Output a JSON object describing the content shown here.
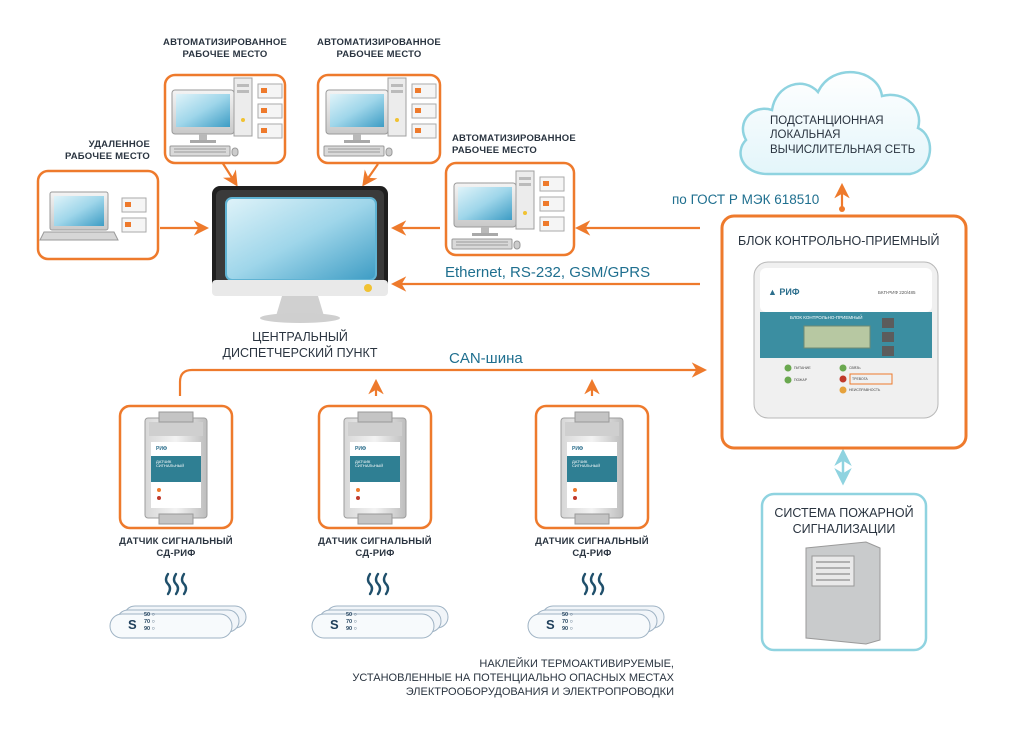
{
  "labels": {
    "remote_workplace": [
      "УДАЛЕННОЕ",
      "РАБОЧЕЕ МЕСТО"
    ],
    "workstation_1": [
      "АВТОМАТИЗИРОВАННОЕ",
      "РАБОЧЕЕ МЕСТО"
    ],
    "workstation_2": [
      "АВТОМАТИЗИРОВАННОЕ",
      "РАБОЧЕЕ МЕСТО"
    ],
    "workstation_3": [
      "АВТОМАТИЗИРОВАННОЕ",
      "РАБОЧЕЕ МЕСТО"
    ],
    "central_dispatch": [
      "ЦЕНТРАЛЬНЫЙ",
      "ДИСПЕТЧЕРСКИЙ ПУНКТ"
    ],
    "cloud": [
      "ПОДСТАНЦИОННАЯ",
      "ЛОКАЛЬНАЯ",
      "ВЫЧИСЛИТЕЛЬНАЯ СЕТЬ"
    ],
    "control_unit_title": "БЛОК КОНТРОЛЬНО-ПРИЕМНЫЙ",
    "fire_system": [
      "СИСТЕМА ПОЖАРНОЙ",
      "СИГНАЛИЗАЦИИ"
    ],
    "sensor": [
      "ДАТЧИК СИГНАЛЬНЫЙ",
      "СД-РИФ"
    ],
    "stickers": [
      "НАКЛЕЙКИ ТЕРМОАКТИВИРУЕМЫЕ,",
      "УСТАНОВЛЕННЫЕ НА ПОТЕНЦИАЛЬНО ОПАСНЫХ МЕСТАХ",
      "ЭЛЕКТРООБОРУДОВАНИЯ И ЭЛЕКТРОПРОВОДКИ"
    ]
  },
  "links": {
    "gost": "по ГОСТ Р МЭК 618510",
    "ethernet": "Ethernet, RS-232, GSM/GPRS",
    "can": "CAN-шина"
  },
  "device": {
    "brand": "РИФ",
    "model": "БКП-РИФ 220/485",
    "panel_title": "БЛОК КОНТРОЛЬНО-ПРИЕМНЫЙ",
    "indicators": [
      "ПИТАНИЕ",
      "СВЯЗЬ",
      "ТРЕВОГА",
      "НЕИСПРАВНОСТЬ",
      "ПОЖАР"
    ]
  },
  "sensor_device": {
    "brand": "РИФ",
    "caption": [
      "ДАТЧИК",
      "СИГНАЛЬНЫЙ"
    ]
  },
  "sticker": {
    "symbol": "S",
    "temps": [
      "50",
      "70",
      "90"
    ]
  },
  "colors": {
    "accent": "#ee7a2c",
    "teal_text": "#1f6f8f",
    "cyan_border": "#8fd3e0",
    "label_gray": "#2a3440"
  }
}
